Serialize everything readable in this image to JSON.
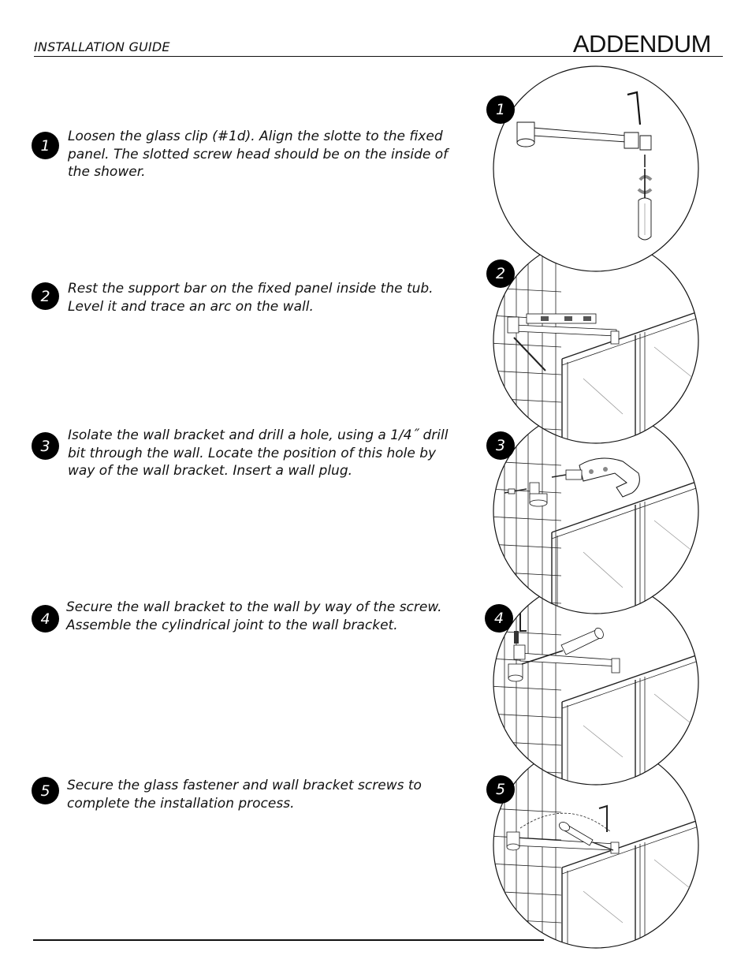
{
  "header": {
    "label": "INSTALLATION GUIDE",
    "title": "ADDENDUM"
  },
  "steps": [
    {
      "number": "1",
      "text": "Loosen the glass clip (#1d). Align the slotte to the fixed panel. The slotted screw head should be on the inside of the shower."
    },
    {
      "number": "2",
      "text": "Rest the support bar on the fixed panel inside the tub. Level it and trace an arc on the wall."
    },
    {
      "number": "3",
      "text": "Isolate the wall bracket and drill a hole, using a 1/4˝ drill bit through the wall. Locate the position of this hole by way of the wall bracket. Insert a wall plug."
    },
    {
      "number": "4",
      "text": "Secure the wall bracket to the wall by way of the screw. Assemble the cylindrical joint to the wall bracket."
    },
    {
      "number": "5",
      "text": "Secure the glass fastener and wall bracket screws to complete the installation process."
    }
  ],
  "figures": [
    {
      "number": "1"
    },
    {
      "number": "2"
    },
    {
      "number": "3"
    },
    {
      "number": "4"
    },
    {
      "number": "5"
    }
  ]
}
